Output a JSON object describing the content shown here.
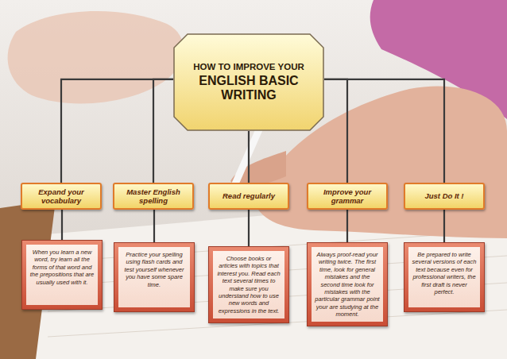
{
  "diagram": {
    "nodes": [
      {
        "text": [
          "HOW TO IMPROVE YOUR",
          "ENGLISH BASIC WRITING"
        ]
      },
      {
        "text": [
          "Expand your vocabulary"
        ]
      },
      {
        "text": [
          "Master English spelling"
        ]
      },
      {
        "text": [
          "Read regularly"
        ]
      },
      {
        "text": [
          "Improve your grammar"
        ]
      },
      {
        "text": [
          "Just Do It !"
        ]
      },
      {
        "text": [
          "When you learn a new word, try learn all the forms of that word and the prepositions that are usually used with it."
        ]
      },
      {
        "text": [
          "Practice your spelling using flash cards and test yourself whenever you have some spare time."
        ]
      },
      {
        "text": [
          "Choose books or articles with topics that interest you. Read each text several times to make sure you understand how to use new words and expressions in the text."
        ]
      },
      {
        "text": [
          "Always proof-read your writing twice. The first time, look for general mistakes and the second time look for mistakes with the particular grammar point your are studying at the moment."
        ]
      },
      {
        "text": [
          "Be prepared to write several versions of each text because even for professional writers, the first draft is never perfect."
        ]
      }
    ],
    "edges": [
      {
        "from": 0,
        "to": 1,
        "arrow": "none"
      },
      {
        "from": 0,
        "to": 2,
        "arrow": "none"
      },
      {
        "from": 0,
        "to": 3,
        "arrow": "none"
      },
      {
        "from": 0,
        "to": 4,
        "arrow": "none"
      },
      {
        "from": 0,
        "to": 5,
        "arrow": "none"
      },
      {
        "from": 1,
        "to": 6,
        "arrow": "none"
      },
      {
        "from": 2,
        "to": 7,
        "arrow": "none"
      },
      {
        "from": 3,
        "to": 8,
        "arrow": "none"
      },
      {
        "from": 4,
        "to": 9,
        "arrow": "none"
      },
      {
        "from": 5,
        "to": 10,
        "arrow": "none"
      }
    ]
  }
}
